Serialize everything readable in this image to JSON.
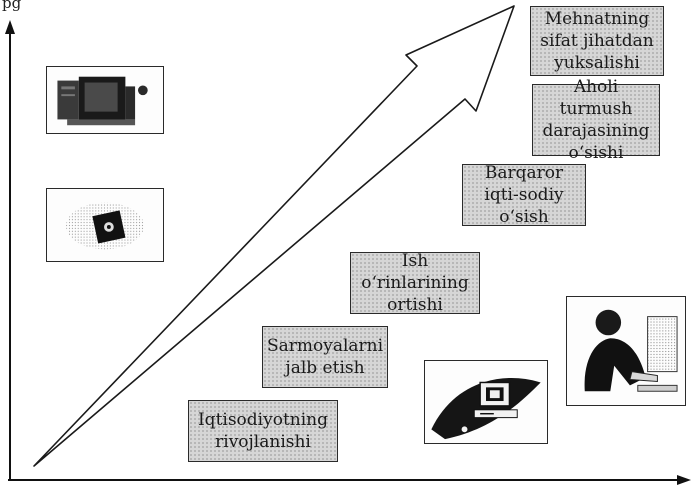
{
  "page_marker": "pg",
  "steps": [
    {
      "id": "step1",
      "text": "Iqtisodiyotning rivojlanishi"
    },
    {
      "id": "step2",
      "text": "Sarmoyalarni jalb etish"
    },
    {
      "id": "step3",
      "text": "Ish o‘rinlarining ortishi"
    },
    {
      "id": "step4",
      "text": "Barqaror iqti-sodiy o‘sish"
    },
    {
      "id": "step5",
      "text": "Aholi turmush darajasining o‘sishi"
    },
    {
      "id": "step6",
      "text": "Mehnatning sifat jihatdan yuksalishi"
    }
  ],
  "pictures": [
    {
      "icon": "computer-hardware-icon"
    },
    {
      "icon": "floppy-disk-icon"
    },
    {
      "icon": "computer-workstation-icon"
    },
    {
      "icon": "person-at-computer-icon"
    }
  ]
}
